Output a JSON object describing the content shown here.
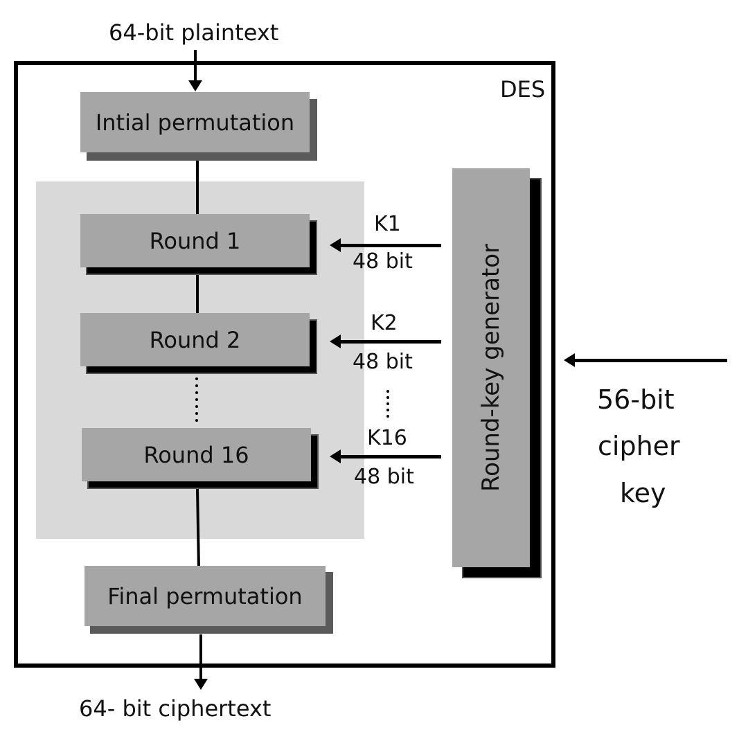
{
  "diagram": {
    "title": "DES",
    "input_label": "64-bit plaintext",
    "output_label": "64- bit ciphertext",
    "key_label_lines": [
      "56-bit",
      "cipher",
      "key"
    ],
    "stages": {
      "initial_permutation": "Intial permutation",
      "final_permutation": "Final permutation"
    },
    "rounds": [
      {
        "label": "Round 1",
        "key": "K1",
        "key_size": "48 bit"
      },
      {
        "label": "Round 2",
        "key": "K2",
        "key_size": "48 bit"
      },
      {
        "label": "Round 16",
        "key": "K16",
        "key_size": "48 bit"
      }
    ],
    "key_generator_label": "Round-key generator",
    "colors": {
      "box_fill": "#a6a6a6",
      "rounds_panel": "#d9d9d9",
      "shadow_dark": "#5a5a5a",
      "line": "#000000"
    }
  }
}
